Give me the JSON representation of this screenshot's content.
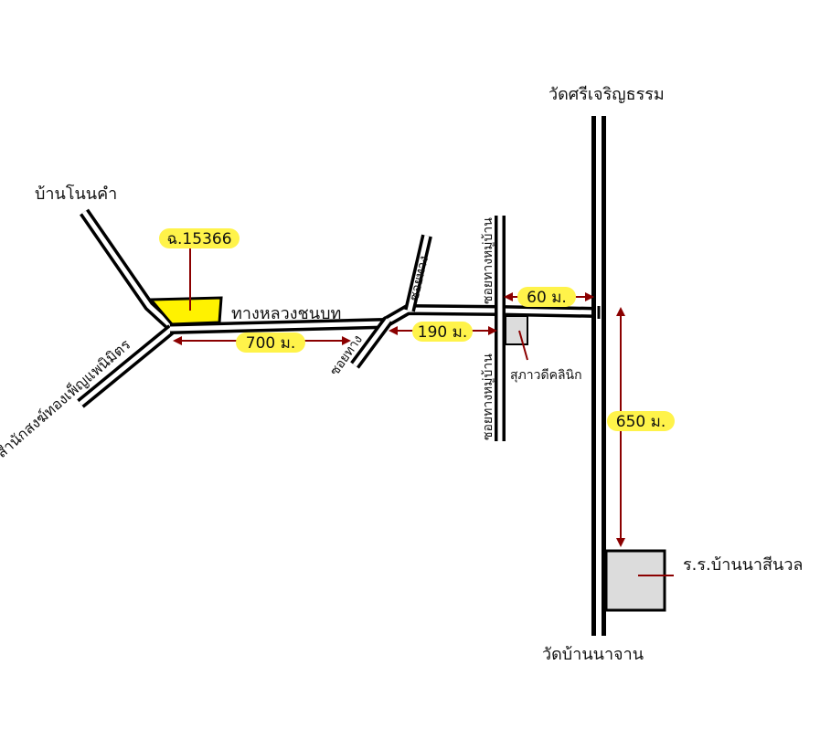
{
  "places": {
    "ban_non_kham": "บ้านโนนคำ",
    "wat_si_charoen": "วัดศรีเจริญธรรม",
    "wat_ban_na_chan": "วัดบ้านนาจาน",
    "school": "ร.ร.บ้านนาสีนวล",
    "clinic": "สุภาวดีคลินิก",
    "samnak_song": "สำนักสงฆ์ทองเพ็ญแพนิมิตร"
  },
  "roads": {
    "rural_highway": "ทางหลวงชนบท",
    "soi_upper": "ซอยทาง",
    "soi_lower": "ซอยทาง",
    "village_lane_upper": "ซอยทางหมู่บ้าน",
    "village_lane_lower": "ซอยทางหมู่บ้าน"
  },
  "parcel": {
    "label": "ฉ.15366",
    "color": "#fff200"
  },
  "distances": {
    "d700": "700 ม.",
    "d190": "190 ม.",
    "d60": "60 ม.",
    "d650": "650 ม."
  },
  "colors": {
    "arrow": "#8b0000",
    "highlight": "#fff34a",
    "building": "#dcdcdc"
  }
}
